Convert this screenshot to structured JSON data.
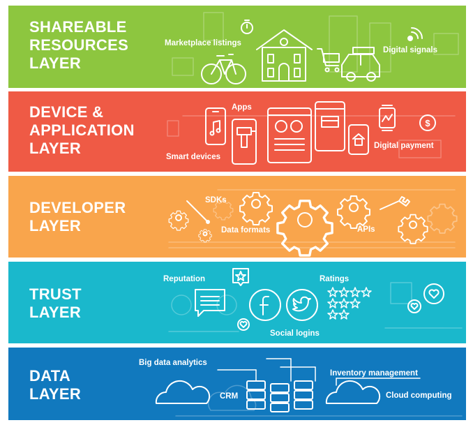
{
  "colors": {
    "shareable": "#8dc63f",
    "device": "#ef5a45",
    "developer": "#f9a54c",
    "trust": "#1ab8cc",
    "data": "#1179be"
  },
  "layers": [
    {
      "id": "shareable",
      "title_lines": [
        "SHAREABLE",
        "RESOURCES",
        "LAYER"
      ],
      "labels": {
        "marketplace": "Marketplace listings",
        "signals": "Digital signals"
      },
      "icons": [
        "stopwatch-icon",
        "bicycle-icon",
        "house-icon",
        "shopping-cart-icon",
        "car-icon",
        "wifi-signal-icon"
      ]
    },
    {
      "id": "device",
      "title_lines": [
        "DEVICE &",
        "APPLICATION",
        "LAYER"
      ],
      "labels": {
        "apps": "Apps",
        "smart": "Smart devices",
        "payment": "Digital payment"
      },
      "icons": [
        "smartphone-music-icon",
        "power-drill-icon",
        "tablet-icon",
        "smart-home-phone-icon",
        "smartwatch-icon",
        "dollar-coin-icon"
      ]
    },
    {
      "id": "developer",
      "title_lines": [
        "DEVELOPER",
        "LAYER"
      ],
      "labels": {
        "sdks": "SDKs",
        "formats": "Data formats",
        "apis": "APIs"
      },
      "icons": [
        "gear-icon",
        "screwdriver-icon",
        "wrench-icon"
      ]
    },
    {
      "id": "trust",
      "title_lines": [
        "TRUST",
        "LAYER"
      ],
      "labels": {
        "reputation": "Reputation",
        "ratings": "Ratings",
        "social": "Social logins"
      },
      "icons": [
        "speech-bubble-icon",
        "star-bubble-icon",
        "facebook-icon",
        "twitter-icon",
        "star-rating-icon",
        "heart-icon"
      ]
    },
    {
      "id": "data",
      "title_lines": [
        "DATA",
        "LAYER"
      ],
      "labels": {
        "bigdata": "Big data analytics",
        "crm": "CRM",
        "inventory": "Inventory management",
        "cloud": "Cloud computing"
      },
      "icons": [
        "cloud-icon",
        "database-icon"
      ]
    }
  ]
}
